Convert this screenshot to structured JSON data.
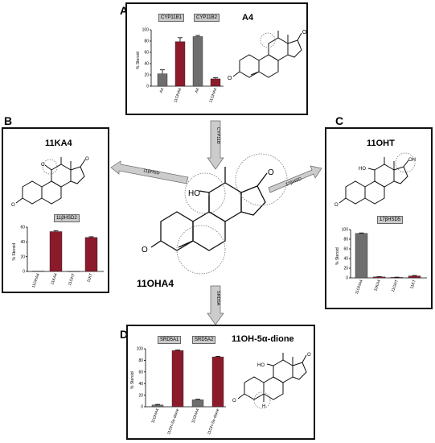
{
  "panels": {
    "A": {
      "letter": "A",
      "title": "A4",
      "tags": [
        "CYP11B1",
        "CYP11B2"
      ]
    },
    "B": {
      "letter": "B",
      "title": "11KA4",
      "tags": [
        "11βHSD2"
      ]
    },
    "C": {
      "letter": "C",
      "title": "11OHT",
      "tags": [
        "17βHSD5"
      ]
    },
    "D": {
      "letter": "D",
      "title": "11OH-5α-dione",
      "tags": [
        "SRD5A1",
        "SRD5A2"
      ]
    }
  },
  "center": {
    "label": "11OHA4",
    "ho": "HO",
    "o": "O"
  },
  "arrows": {
    "down_top": "CYP11B",
    "left": "11βHSD",
    "right": "17βHSD",
    "down_bottom": "SRD5A"
  },
  "mol_labels": {
    "o": "O",
    "ho": "HO",
    "oh": "OH",
    "h": "H"
  },
  "colors": {
    "gray": "#6e6e6e",
    "red": "#8b1a2b"
  },
  "chart_data": [
    {
      "id": "A",
      "type": "bar",
      "ylabel": "% Steroid",
      "ylim": [
        0,
        100
      ],
      "yticks": [
        0,
        20,
        40,
        60,
        80,
        100
      ],
      "categories": [
        "A4",
        "11OHA4",
        "A4",
        "11OHA4"
      ],
      "values": [
        22,
        79,
        88,
        13
      ],
      "errors": [
        7,
        7,
        2,
        2
      ],
      "colors": [
        "gray",
        "red",
        "gray",
        "red"
      ]
    },
    {
      "id": "B",
      "type": "bar",
      "ylabel": "% Steroid",
      "ylim": [
        0,
        60
      ],
      "yticks": [
        0,
        20,
        40,
        60
      ],
      "categories": [
        "11OHA4",
        "11KA4",
        "11OHT",
        "11KT"
      ],
      "values": [
        0.5,
        54,
        0,
        46
      ],
      "errors": [
        0,
        1,
        0,
        1
      ],
      "colors": [
        "gray",
        "red",
        "red",
        "red"
      ]
    },
    {
      "id": "C",
      "type": "bar",
      "ylabel": "% Steroid",
      "ylim": [
        0,
        100
      ],
      "yticks": [
        0,
        20,
        40,
        60,
        80,
        100
      ],
      "categories": [
        "11OHA4",
        "11KA4",
        "11OHT",
        "11KT"
      ],
      "values": [
        92,
        2,
        1,
        4
      ],
      "errors": [
        1,
        0.5,
        0.5,
        1
      ],
      "colors": [
        "gray",
        "red",
        "red",
        "red"
      ]
    },
    {
      "id": "D",
      "type": "bar",
      "ylabel": "% Steroid",
      "ylim": [
        0,
        100
      ],
      "yticks": [
        0,
        20,
        40,
        60,
        80,
        100
      ],
      "categories": [
        "11OHA4",
        "11OH-5α-dione",
        "11OHA4",
        "11OH-5α-dione"
      ],
      "values": [
        3,
        97,
        12,
        86
      ],
      "errors": [
        1,
        1,
        1,
        1
      ],
      "colors": [
        "gray",
        "red",
        "gray",
        "red"
      ]
    }
  ]
}
